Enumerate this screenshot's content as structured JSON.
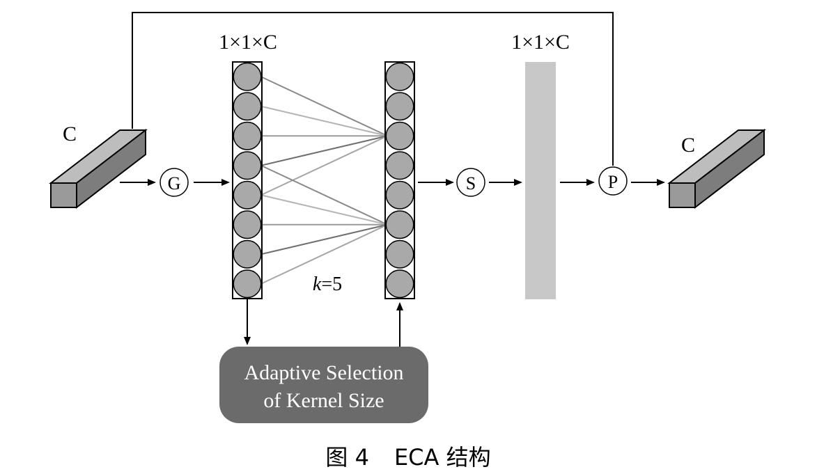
{
  "labels": {
    "input_channel": "C",
    "output_channel": "C",
    "dim_left": "1×1×C",
    "dim_right": "1×1×C",
    "kernel_k": "k",
    "kernel_eq": "=5"
  },
  "operators": {
    "gap": "G",
    "sigmoid": "S",
    "product": "P"
  },
  "adaptive_box": {
    "line1": "Adaptive Selection",
    "line2": "of Kernel Size"
  },
  "caption": {
    "figure": "图 4",
    "title": "ECA 结构"
  },
  "columns": {
    "circle_count": 8
  },
  "colors": {
    "box_fill": "#6b6b6b",
    "bar_fill": "#c8c8c8",
    "circle_fill": "#a9a9a9",
    "tensor_fill": "#9a9a9a"
  }
}
